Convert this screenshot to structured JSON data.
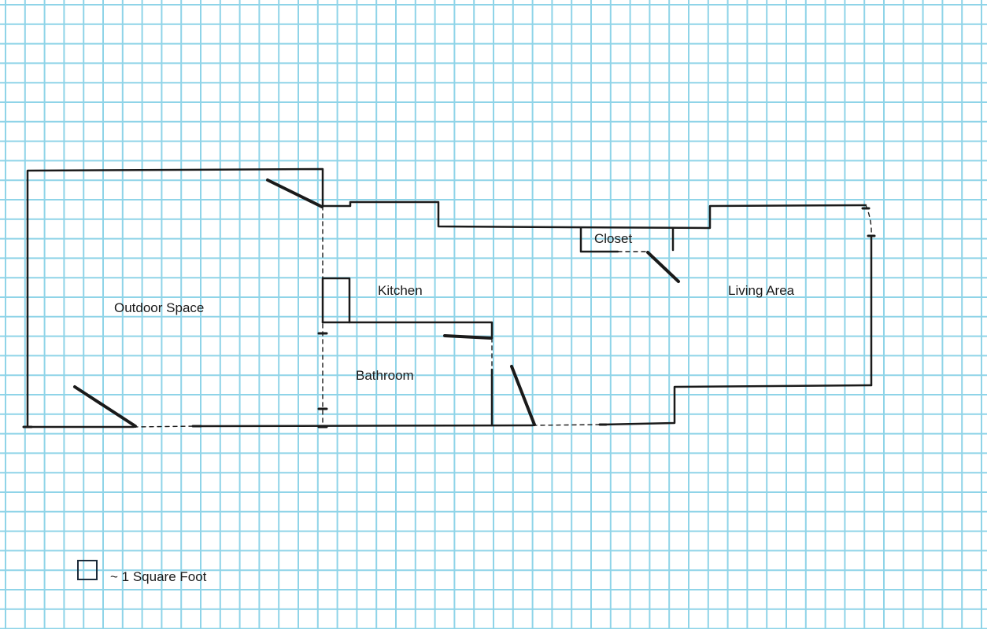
{
  "floor_plan": {
    "rooms": {
      "outdoor_space": "Outdoor Space",
      "kitchen": "Kitchen",
      "bathroom": "Bathroom",
      "closet": "Closet",
      "living_area": "Living Area"
    },
    "legend": {
      "scale_text": "~  1 Square Foot"
    }
  },
  "colors": {
    "paper": "#ffffff",
    "grid_line": "#8fd4e8",
    "wall": "#1a1a1a",
    "legend_square": "#1c2b3a"
  }
}
